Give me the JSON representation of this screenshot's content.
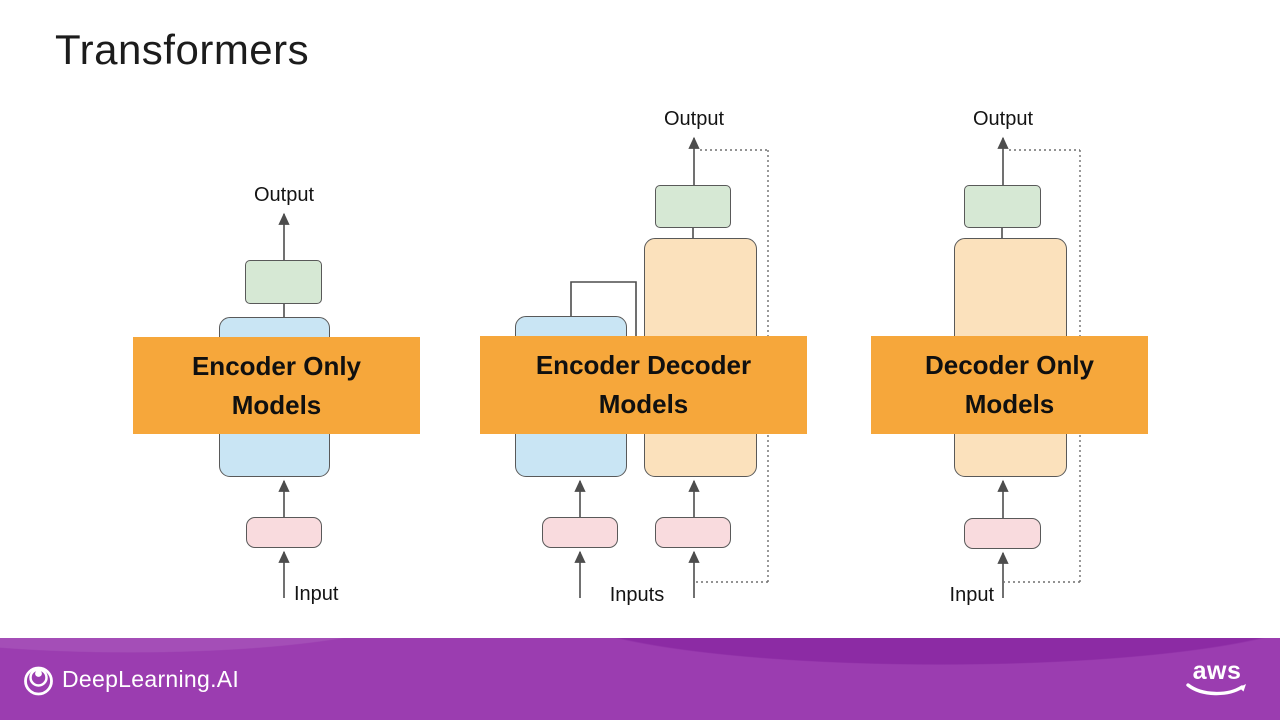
{
  "title": "Transformers",
  "diagrams": [
    {
      "id": "encoder-only",
      "output_label": "Output",
      "input_label": "Input",
      "banner": {
        "line1": "Encoder Only",
        "line2": "Models"
      }
    },
    {
      "id": "encoder-decoder",
      "output_label": "Output",
      "input_label": "Inputs",
      "banner": {
        "line1": "Encoder Decoder",
        "line2": "Models"
      }
    },
    {
      "id": "decoder-only",
      "output_label": "Output",
      "input_label": "Input",
      "banner": {
        "line1": "Decoder Only",
        "line2": "Models"
      }
    }
  ],
  "footer": {
    "brand": "DeepLearning.AI",
    "partner": "aws"
  },
  "colors": {
    "banner_orange": "#F6A73B",
    "encoder_blue": "#C9E5F4",
    "decoder_peach": "#FBE1BC",
    "head_green": "#D6E8D4",
    "embedding_pink": "#F9DBDE",
    "stroke_gray": "#595959",
    "arrow_gray": "#4D4D4D",
    "dotted_gray": "#6E6E6E",
    "footer_purple": "#9B3DB0",
    "title_color": "#1C1C1C"
  }
}
